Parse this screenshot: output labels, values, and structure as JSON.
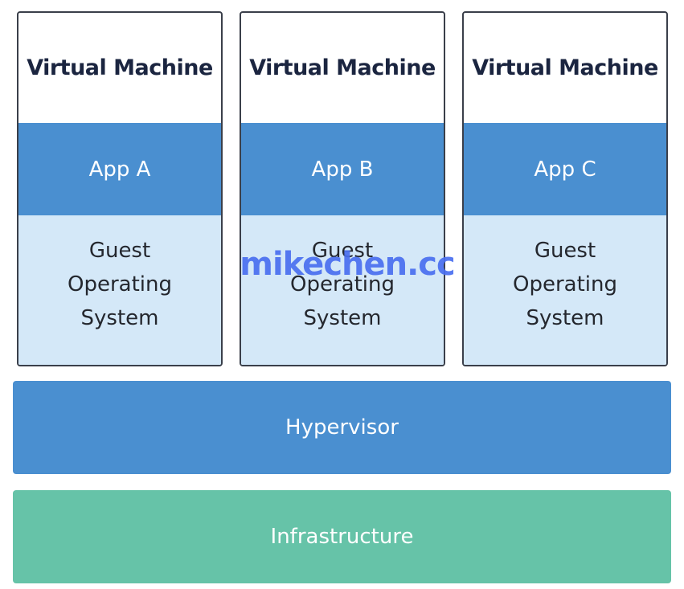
{
  "virtual_machines": [
    {
      "title": "Virtual Machine",
      "app": "App A",
      "os": "Guest\nOperating\nSystem"
    },
    {
      "title": "Virtual Machine",
      "app": "App B",
      "os": "Guest\nOperating\nSystem"
    },
    {
      "title": "Virtual Machine",
      "app": "App C",
      "os": "Guest\nOperating\nSystem"
    }
  ],
  "layers": {
    "hypervisor": "Hypervisor",
    "infrastructure": "Infrastructure"
  },
  "watermark": "mikechen.cc",
  "colors": {
    "app_blue": "#4a8fd0",
    "os_light_blue": "#d4e8f8",
    "infrastructure_green": "#66c3a8",
    "vm_border": "#3a3f4a",
    "title_text": "#1b2540",
    "watermark": "#4a6ff0"
  }
}
